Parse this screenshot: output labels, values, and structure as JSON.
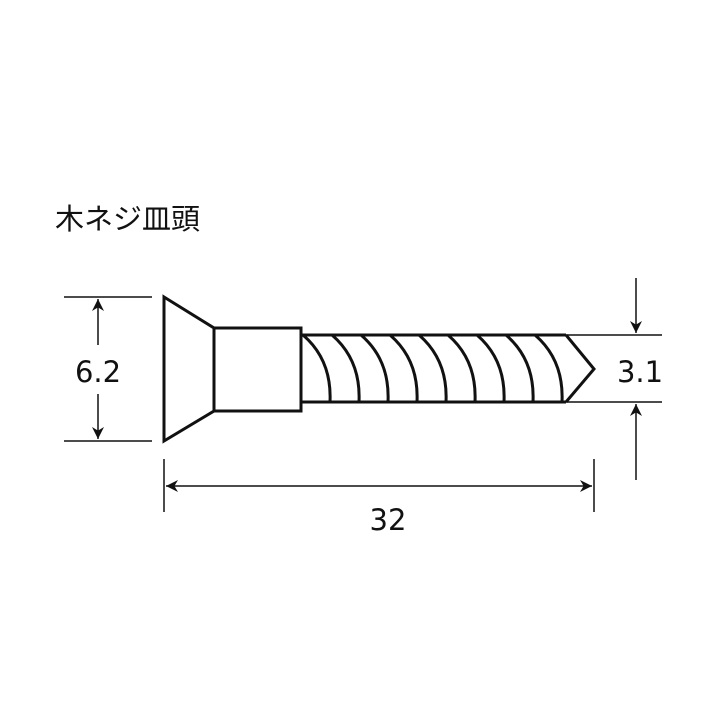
{
  "title": "木ネジ皿頭",
  "dimensions": {
    "head_diameter": "6.2",
    "shank_diameter": "3.1",
    "length": "32"
  },
  "colors": {
    "line": "#111111",
    "background": "#ffffff"
  }
}
